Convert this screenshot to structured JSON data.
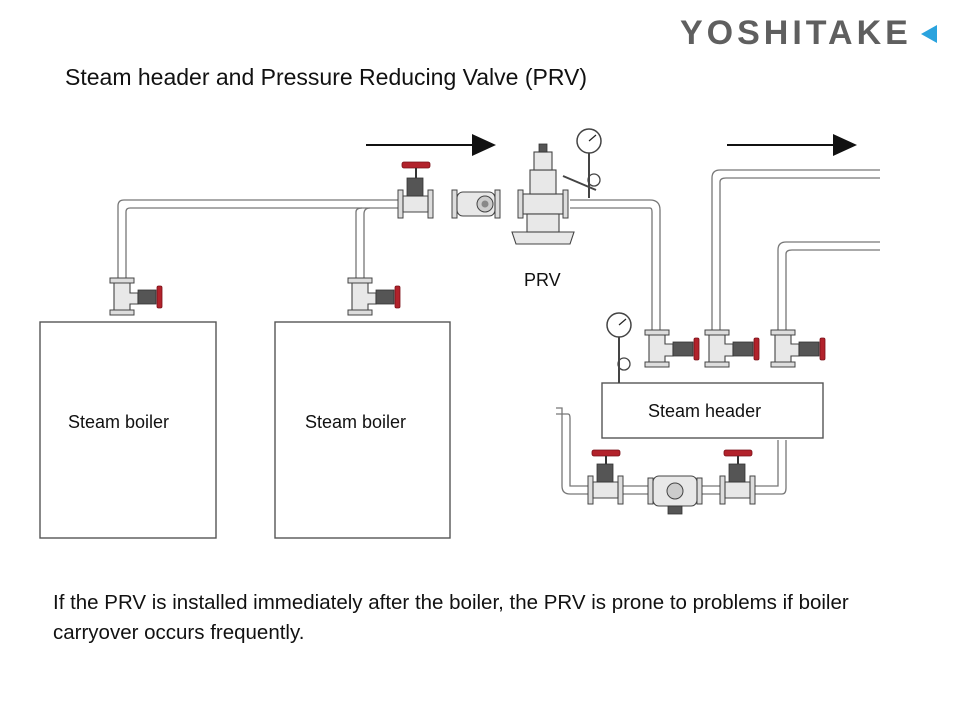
{
  "slide": {
    "brand": "YOSHITAKE",
    "title": "Steam header and Pressure Reducing Valve (PRV)",
    "caption": "If the PRV is installed immediately after the boiler, the PRV is prone to problems if boiler carryover occurs frequently."
  },
  "diagram": {
    "boiler_1_label": "Steam boiler",
    "boiler_2_label": "Steam boiler",
    "header_label": "Steam header",
    "prv_label": "PRV"
  },
  "colors": {
    "valve_handwheel": "#b2222b",
    "logo_text": "#5f5f5f",
    "logo_mark": "#2aa3de",
    "pipe": "#777777"
  }
}
